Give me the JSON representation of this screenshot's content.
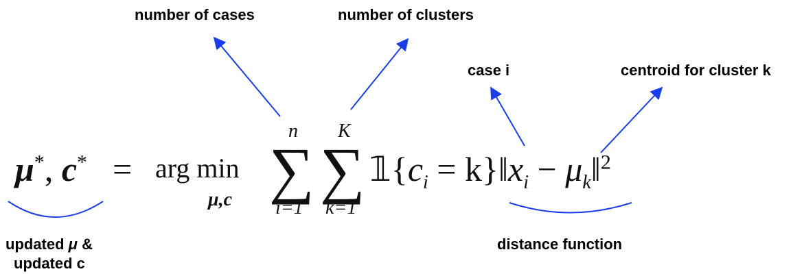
{
  "labels": {
    "cases": "number of cases",
    "clusters": "number of clusters",
    "case_i": "case i",
    "centroid": "centroid for cluster k",
    "updated_line1_prefix": "updated ",
    "updated_mu": "μ",
    "updated_line1_suffix": " &",
    "updated_line2": "updated c",
    "distance": "distance function"
  },
  "equation": {
    "mu": "μ",
    "star": "*",
    "comma": ", ",
    "c": "c",
    "equals": "=",
    "argmin": "arg min",
    "argmin_sub": "μ,c",
    "sum": "∑",
    "sum1_upper": "n",
    "sum1_lower": "i=1",
    "sum2_upper": "K",
    "sum2_lower": "k=1",
    "indicator": "𝟙{",
    "ci": "c",
    "ci_sub": "i",
    "eq_k": " = k}",
    "norm_open": "‖",
    "x": "x",
    "x_sub": "i",
    "minus": " − ",
    "mu_k": "μ",
    "mu_k_sub": "k",
    "norm_close": "‖",
    "square": "2"
  },
  "colors": {
    "arrow": "#1a3de8",
    "text": "#000000"
  }
}
